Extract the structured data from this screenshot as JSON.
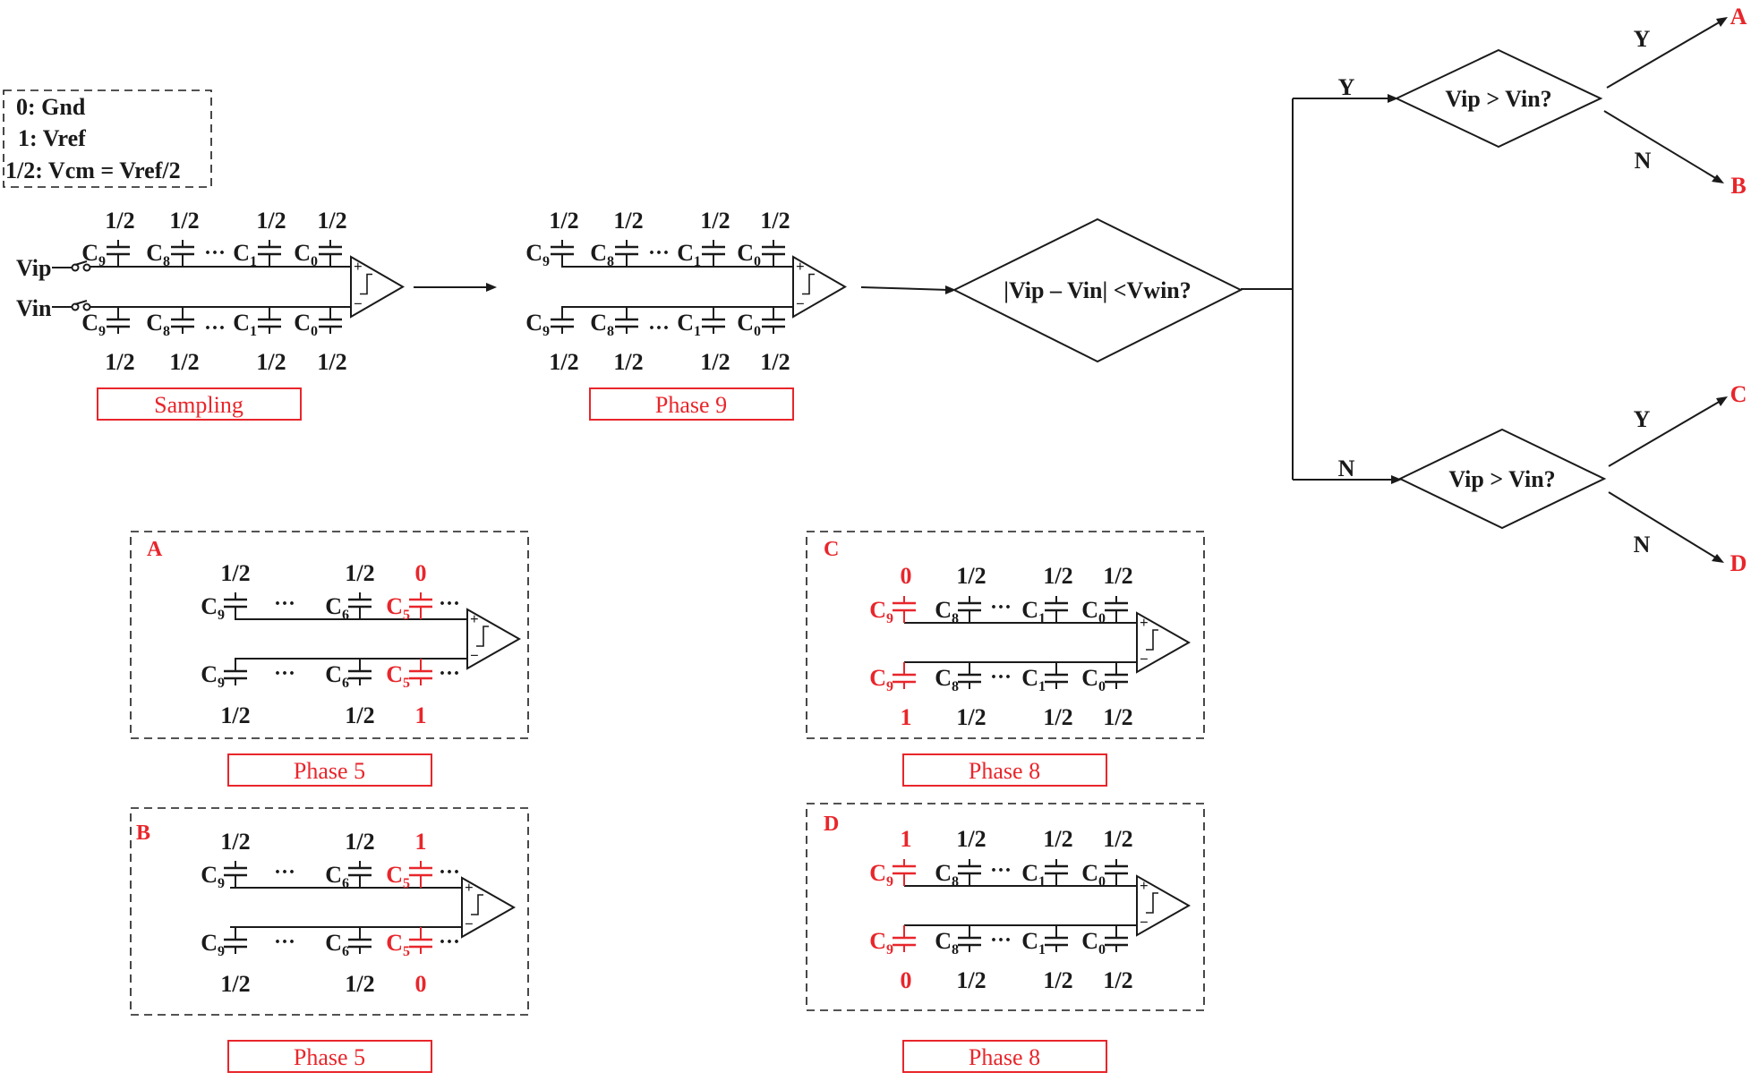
{
  "legend": {
    "lines": [
      "0: Gnd",
      "1: Vref",
      "1/2: Vcm = Vref/2"
    ]
  },
  "inputs": {
    "vip": "Vip",
    "vin": "Vin"
  },
  "caps": {
    "c9": {
      "base": "C",
      "sub": "9"
    },
    "c8": {
      "base": "C",
      "sub": "8"
    },
    "c6": {
      "base": "C",
      "sub": "6"
    },
    "c5": {
      "base": "C",
      "sub": "5"
    },
    "c1": {
      "base": "C",
      "sub": "1"
    },
    "c0": {
      "base": "C",
      "sub": "0"
    },
    "ellipsis": "···"
  },
  "values": {
    "half": "1/2",
    "zero": "0",
    "one": "1"
  },
  "comparator": {
    "plus": "+",
    "minus": "−"
  },
  "stages": {
    "sampling": "Sampling",
    "phase9": "Phase 9",
    "phaseA": "Phase 5",
    "phaseB": "Phase 5",
    "phaseC": "Phase 8",
    "phaseD": "Phase 8"
  },
  "decisions": {
    "window": "|Vip – Vin| <Vwin?",
    "upper": "Vip > Vin?",
    "lower": "Vip > Vin?"
  },
  "branches": {
    "yes": "Y",
    "no": "N"
  },
  "outcomes": {
    "a": "A",
    "b": "B",
    "c": "C",
    "d": "D"
  },
  "panel_tags": {
    "a": "A",
    "b": "B",
    "c": "C",
    "d": "D"
  },
  "colors": {
    "highlight": "#e8262b",
    "ink": "#1a1a1a"
  }
}
